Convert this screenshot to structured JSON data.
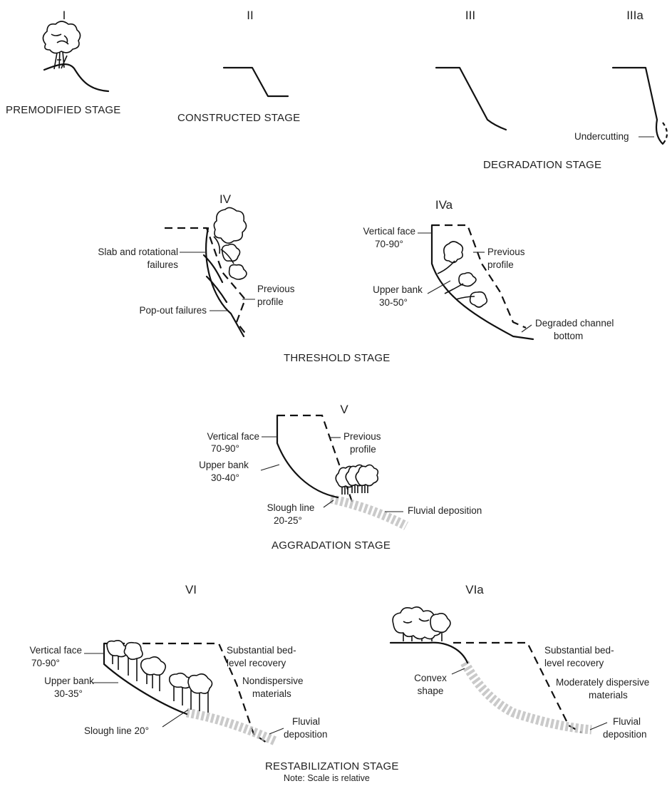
{
  "panels": {
    "I": "I",
    "II": "II",
    "III": "III",
    "IIIa": "IIIa",
    "IV": "IV",
    "IVa": "IVa",
    "V": "V",
    "VI": "VI",
    "VIa": "VIa"
  },
  "stages": {
    "premodified": "PREMODIFIED STAGE",
    "constructed": "CONSTRUCTED STAGE",
    "degradation": "DEGRADATION STAGE",
    "threshold": "THRESHOLD STAGE",
    "aggradation": "AGGRADATION STAGE",
    "restabilization": "RESTABILIZATION STAGE"
  },
  "note": "Note:  Scale is relative",
  "labels": {
    "undercutting": "Undercutting",
    "slab_1": "Slab and rotational",
    "slab_2": "failures",
    "popout": "Pop-out failures",
    "prev_1": "Previous",
    "prev_2": "profile",
    "vface": "Vertical face",
    "vface_angle": "70-90°",
    "ubank": "Upper bank",
    "ubank_iva": "30-50°",
    "degraded_1": "Degraded channel",
    "degraded_2": "bottom",
    "ubank_v": "30-40°",
    "slough": "Slough line",
    "slough_v": "20-25°",
    "fluvial": "Fluvial deposition",
    "ubank_vi": "30-35°",
    "substantial_1": "Substantial bed-",
    "substantial_2": "level recovery",
    "nondisp_1": "Nondispersive",
    "nondisp_2": "materials",
    "slough_vi": "Slough line 20°",
    "fluvial_1": "Fluvial",
    "fluvial_2": "deposition",
    "convex_1": "Convex",
    "convex_2": "shape",
    "moddisp_1": "Moderately dispersive",
    "moddisp_2": "materials"
  }
}
